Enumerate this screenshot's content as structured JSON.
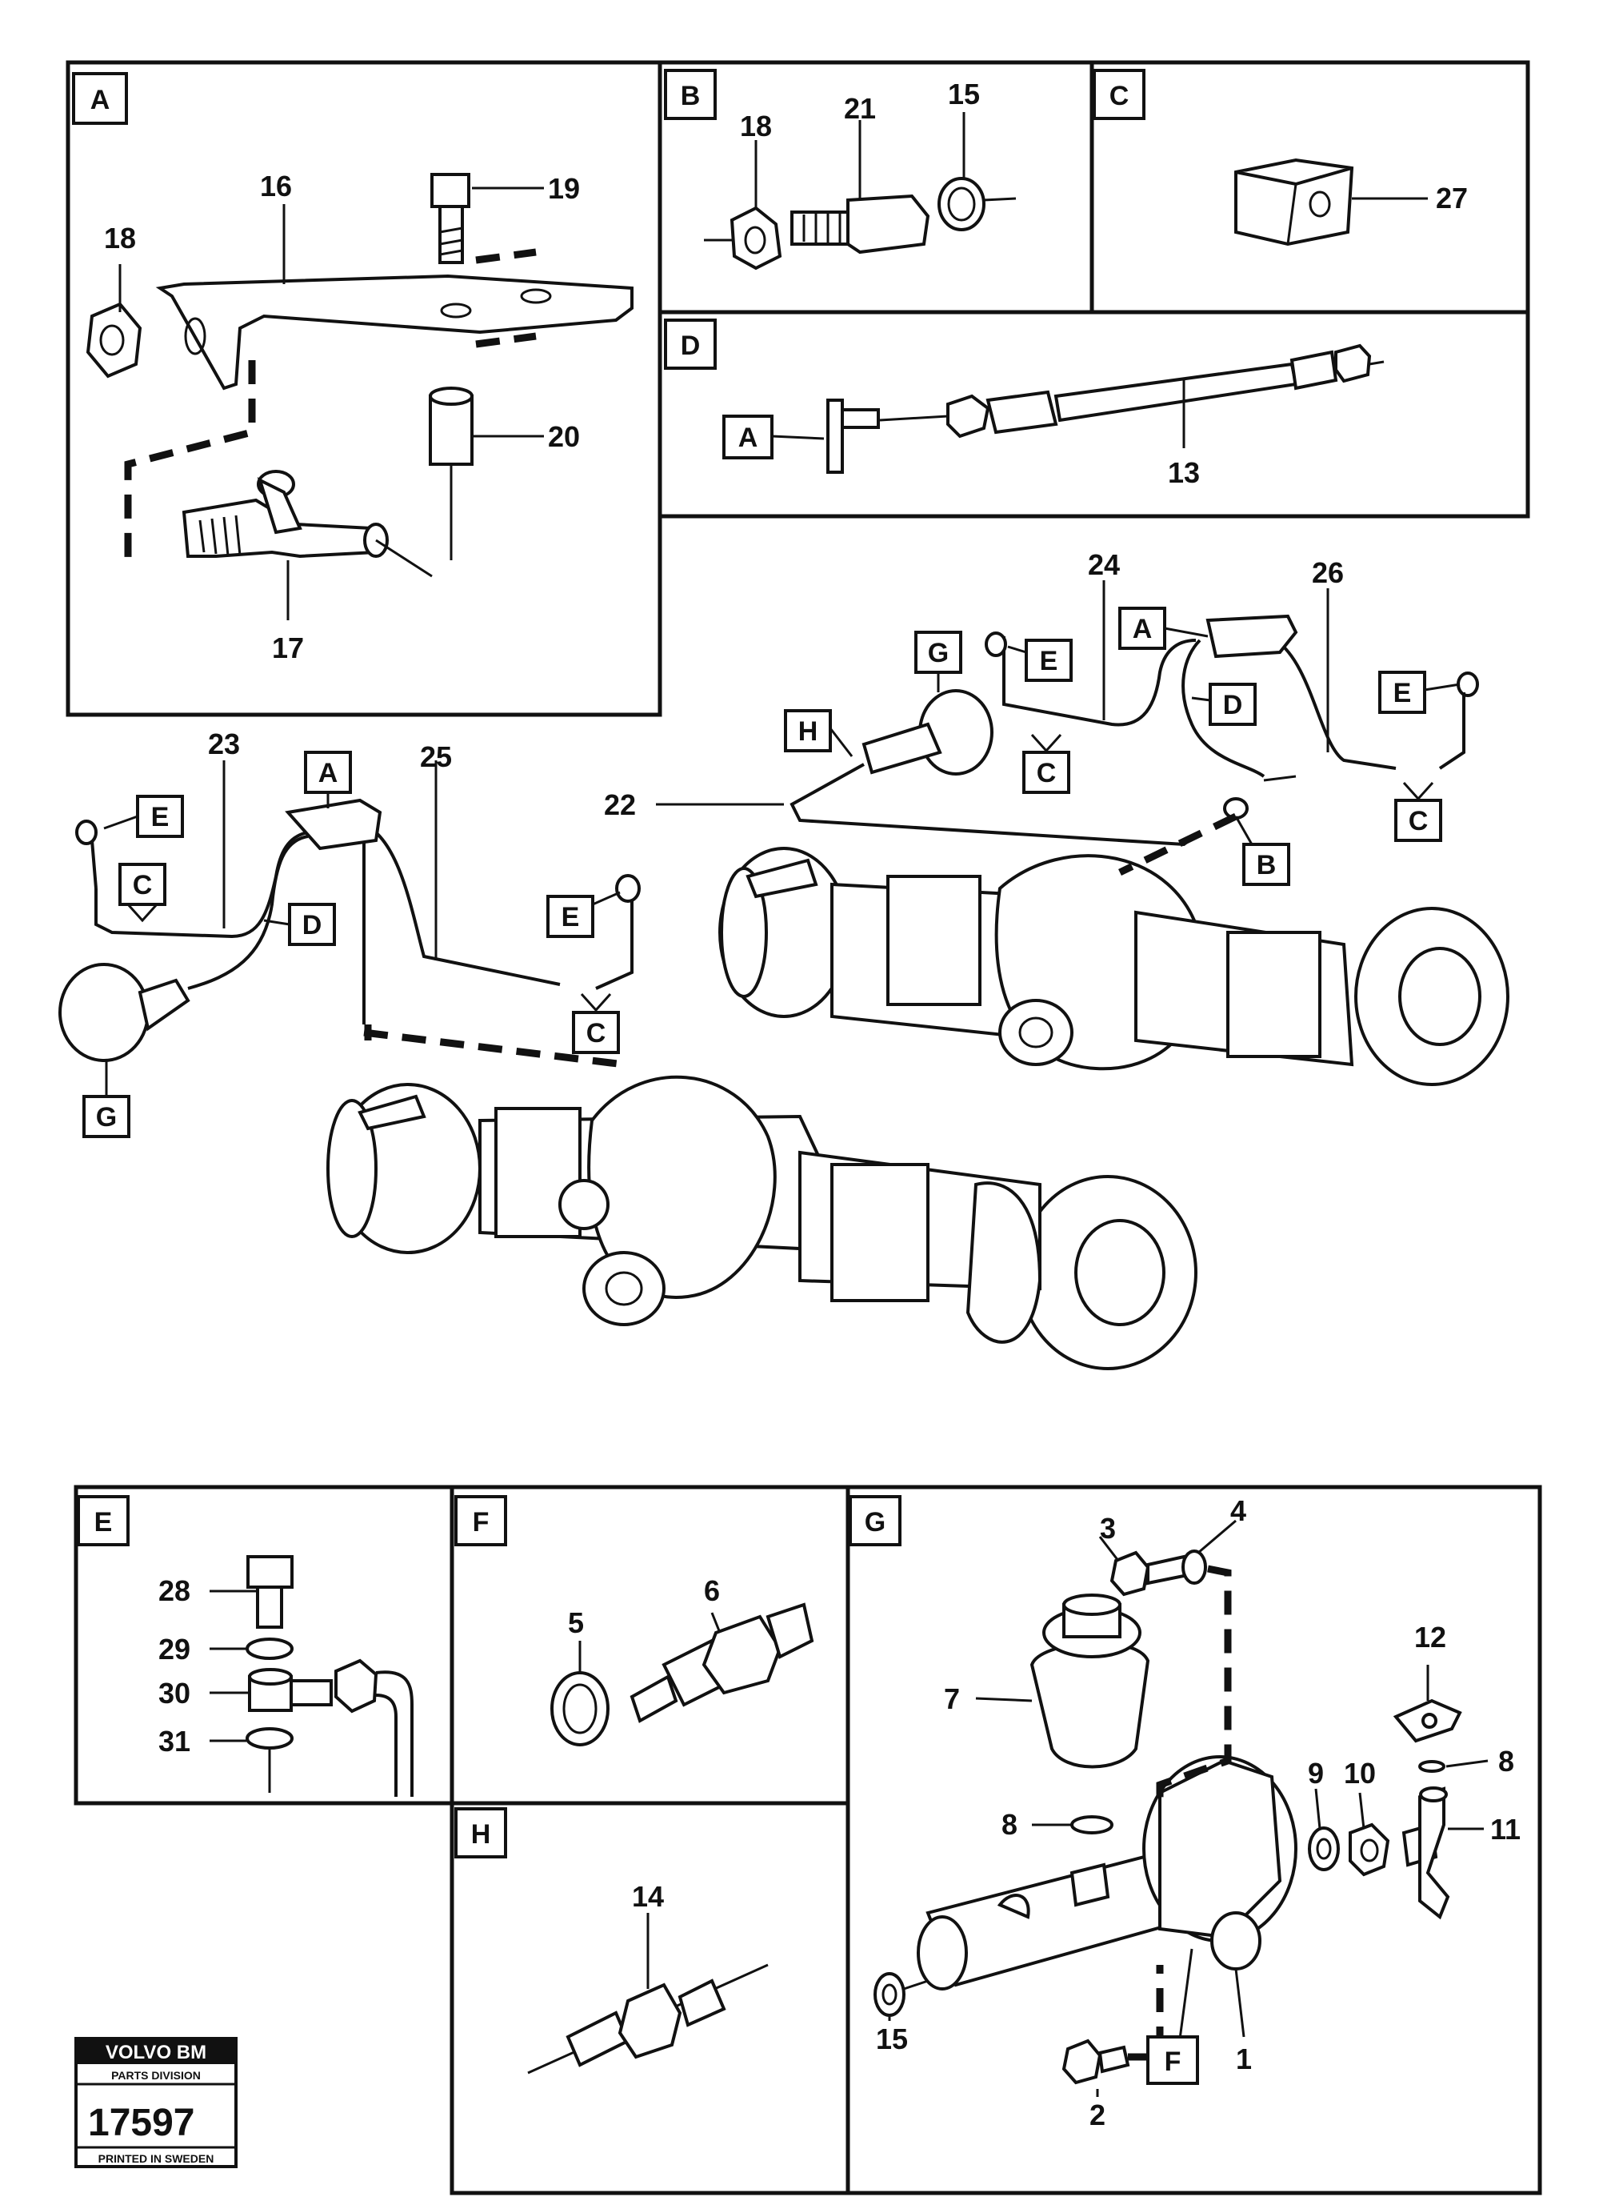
{
  "panels": {
    "A": {
      "letter": "A"
    },
    "B": {
      "letter": "B"
    },
    "C": {
      "letter": "C"
    },
    "D": {
      "letter": "D"
    },
    "E": {
      "letter": "E"
    },
    "F": {
      "letter": "F"
    },
    "G": {
      "letter": "G"
    },
    "H": {
      "letter": "H"
    }
  },
  "refs": {
    "A": "A",
    "B": "B",
    "C": "C",
    "D": "D",
    "E": "E",
    "F": "F",
    "G": "G",
    "H": "H"
  },
  "parts": {
    "p1": "1",
    "p2": "2",
    "p3": "3",
    "p4": "4",
    "p5": "5",
    "p6": "6",
    "p7": "7",
    "p8": "8",
    "p9": "9",
    "p10": "10",
    "p11": "11",
    "p12": "12",
    "p13": "13",
    "p14": "14",
    "p15": "15",
    "p16": "16",
    "p17": "17",
    "p18": "18",
    "p19": "19",
    "p20": "20",
    "p21": "21",
    "p22": "22",
    "p23": "23",
    "p24": "24",
    "p25": "25",
    "p26": "26",
    "p27": "27",
    "p28": "28",
    "p29": "29",
    "p30": "30",
    "p31": "31"
  },
  "logo": {
    "brand": "VOLVO BM",
    "division": "PARTS DIVISION",
    "number": "17597",
    "printed": "PRINTED IN SWEDEN"
  }
}
